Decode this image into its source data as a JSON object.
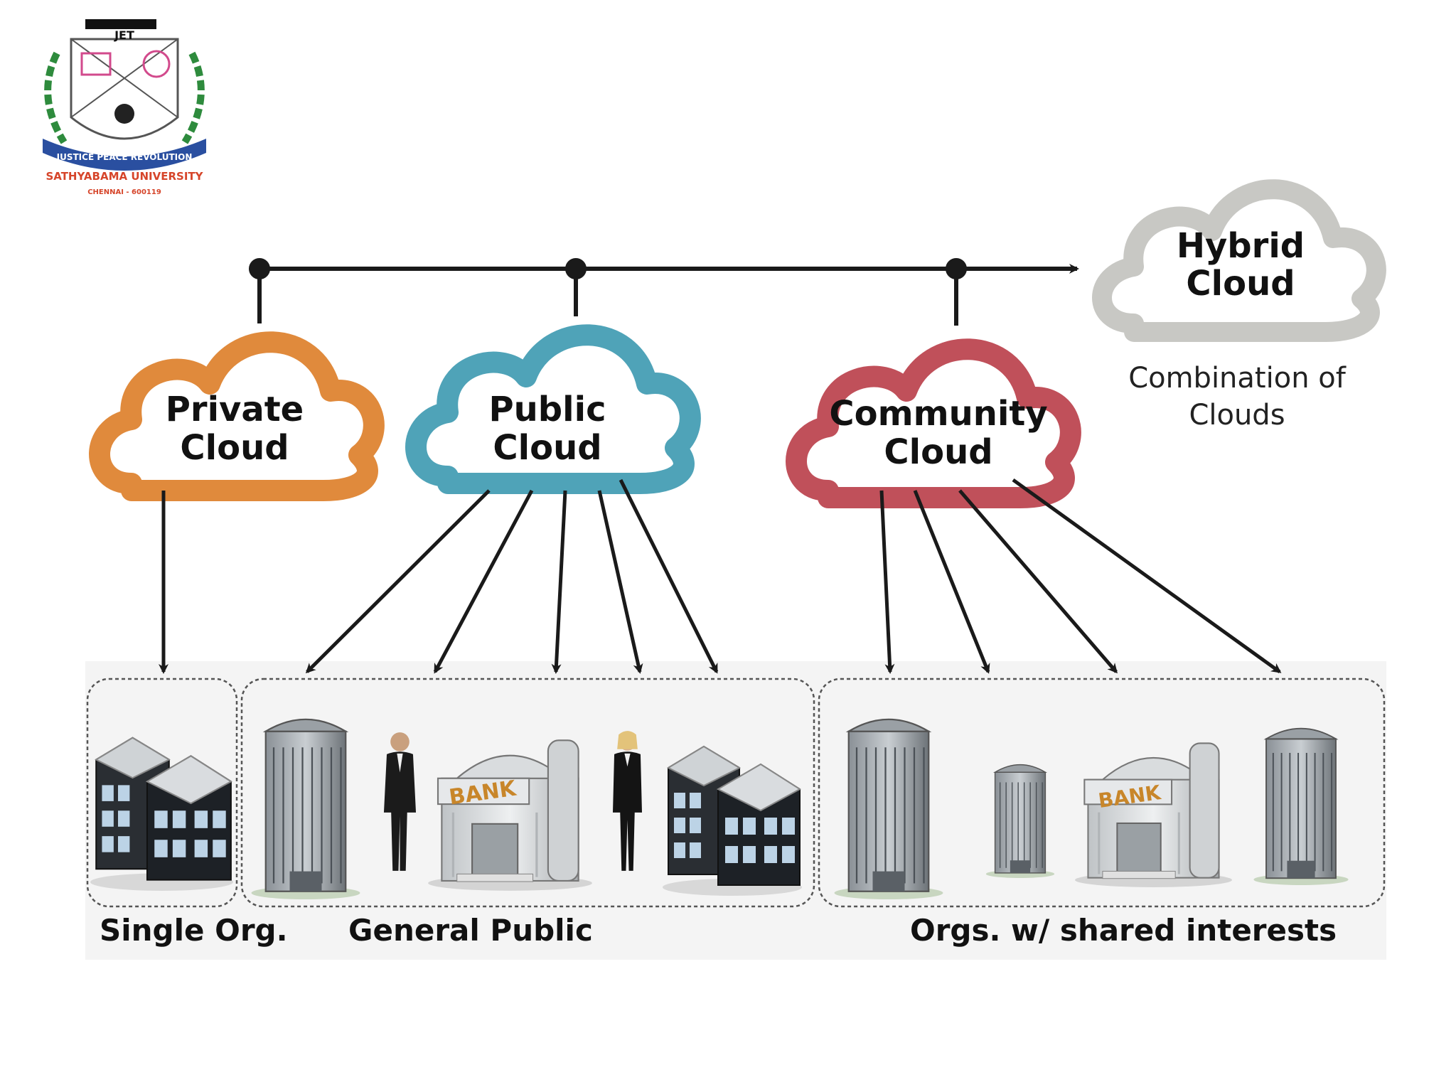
{
  "logo": {
    "acronym": "JET",
    "motto": "JUSTICE PEACE REVOLUTION",
    "name": "SATHYABAMA UNIVERSITY",
    "city": "CHENNAI - 600119"
  },
  "clouds": {
    "private": {
      "line1": "Private",
      "line2": "Cloud",
      "color": "#e08a3c"
    },
    "public": {
      "line1": "Public",
      "line2": "Cloud",
      "color": "#4fa3b8"
    },
    "community": {
      "line1": "Community",
      "line2": "Cloud",
      "color": "#c0505a"
    },
    "hybrid": {
      "line1": "Hybrid",
      "line2": "Cloud",
      "color": "#c8c8c4"
    }
  },
  "hybrid_caption": {
    "line1": "Combination of",
    "line2": "Clouds"
  },
  "groups": {
    "single": {
      "label": "Single Org."
    },
    "public": {
      "label": "General Public"
    },
    "shared": {
      "label": "Orgs. w/ shared interests"
    }
  },
  "bank_sign": "BANK",
  "colors": {
    "arrow": "#1a1a1a",
    "panel_bg": "#f4f4f4",
    "box_border": "#555555"
  }
}
